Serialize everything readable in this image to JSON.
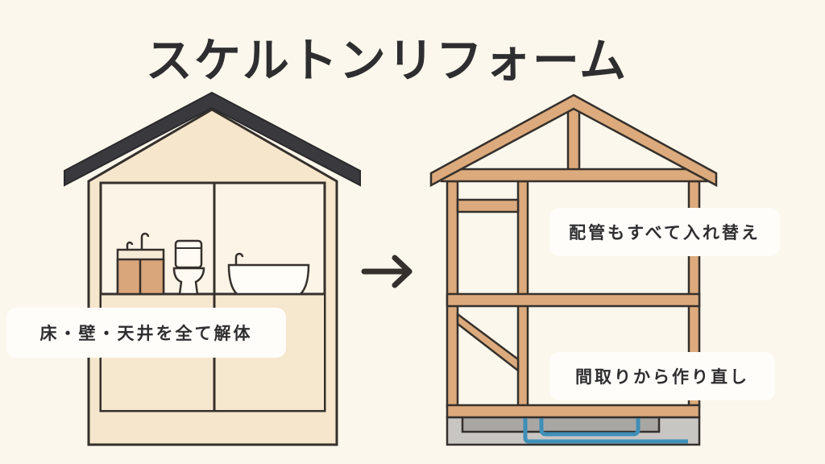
{
  "title": "スケルトンリフォーム",
  "labels": {
    "demolish": "床・壁・天井を全て解体",
    "piping": "配管もすべて入れ替え",
    "layout": "間取りから作り直し"
  },
  "colors": {
    "background": "#fcf7ec",
    "roof": "#3a3a3e",
    "wall": "#f5e6cc",
    "wood": "#dcaa7c",
    "outline": "#35302c",
    "pipe": "#3f8fb8",
    "foundation": "#c8c6c3"
  }
}
